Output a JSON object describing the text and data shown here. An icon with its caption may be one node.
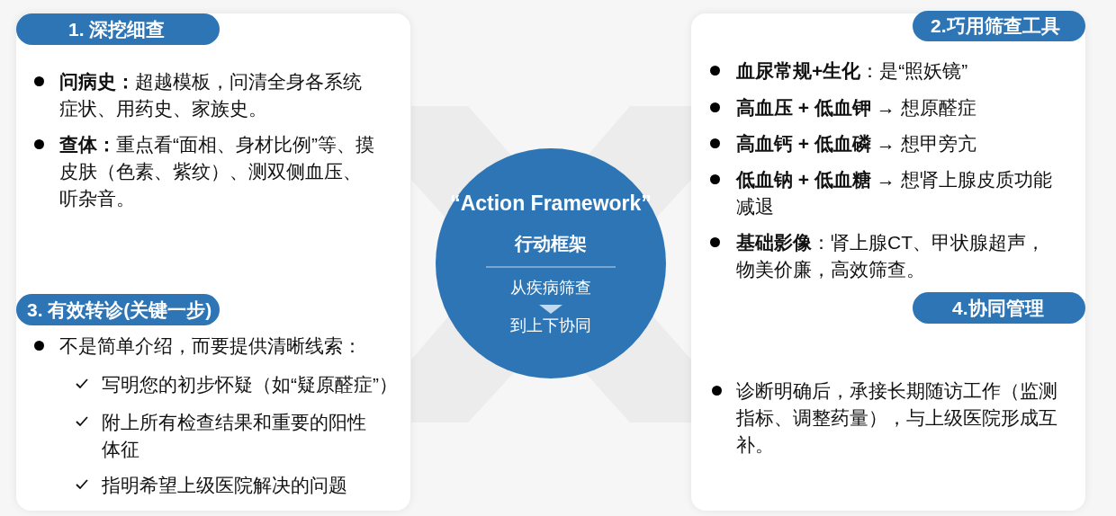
{
  "diagram": {
    "nodes": [
      {
        "text": [],
        "shape": "box"
      },
      {
        "text": [
          "1. 深挖细查"
        ],
        "in": 0
      },
      {
        "text": [
          "3. 有效转诊(关键一步)"
        ],
        "in": 0
      },
      {
        "text": [
          "“Action Framework”",
          "行动框架",
          "从疾病筛查",
          "到上下协同"
        ]
      },
      {
        "text": [],
        "shape": "box"
      },
      {
        "text": [
          "2.巧用筛查工具"
        ],
        "in": 4
      },
      {
        "text": [
          "4.协同管理"
        ],
        "in": 4
      }
    ],
    "labels": [
      "**问病史：**超越模板，问清全身各系统症状、用药史、家族史。",
      "**查体：**重点看“面相、身材比例”等、摸皮肤（色素、紫纹）、测双侧血压、听杂音。",
      "不是简单介绍，而要提供清晰线索：",
      "写明您的初步怀疑（如“疑原醛症”）",
      "附上所有检查结果和重要的阳性体征",
      "指明希望上级医院解决的问题",
      "**血尿常规+生化**：是“照妖镜”",
      "**高血压 + 低血钾** → 想原醛症",
      "**高血钙 + 低血磷** → 想甲旁亢",
      "**低血钠 + 低血糖** → 想肾上腺皮质功能减退",
      "**基础影像**：肾上腺CT、甲状腺超声，物美价廉，高效筛查。",
      "诊断明确后，承接长期随访工作（监测指标、调整药量），与上级医院形成互补。"
    ]
  }
}
